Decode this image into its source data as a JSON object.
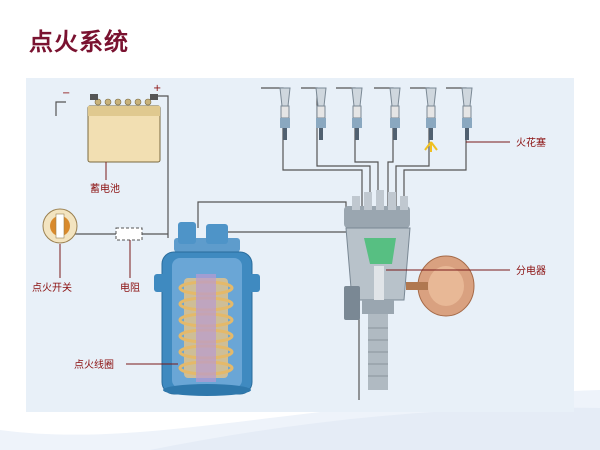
{
  "slide": {
    "title": "点火系统"
  },
  "diagram": {
    "battery_label": "蓄电池",
    "battery_minus": "−",
    "battery_plus": "+",
    "switch_label": "点火开关",
    "resistor_label": "电阻",
    "coil_label": "点火线圈",
    "spark_plug_label": "火花塞",
    "distributor_label": "分电器"
  },
  "colors": {
    "title": "#7a1230",
    "label": "#8b1010",
    "panel": "#e8f0f8",
    "wire": "#555555",
    "coil_body": "#3f8ac0",
    "winding": "#e4b96a",
    "leader": "#7a1a1a"
  }
}
